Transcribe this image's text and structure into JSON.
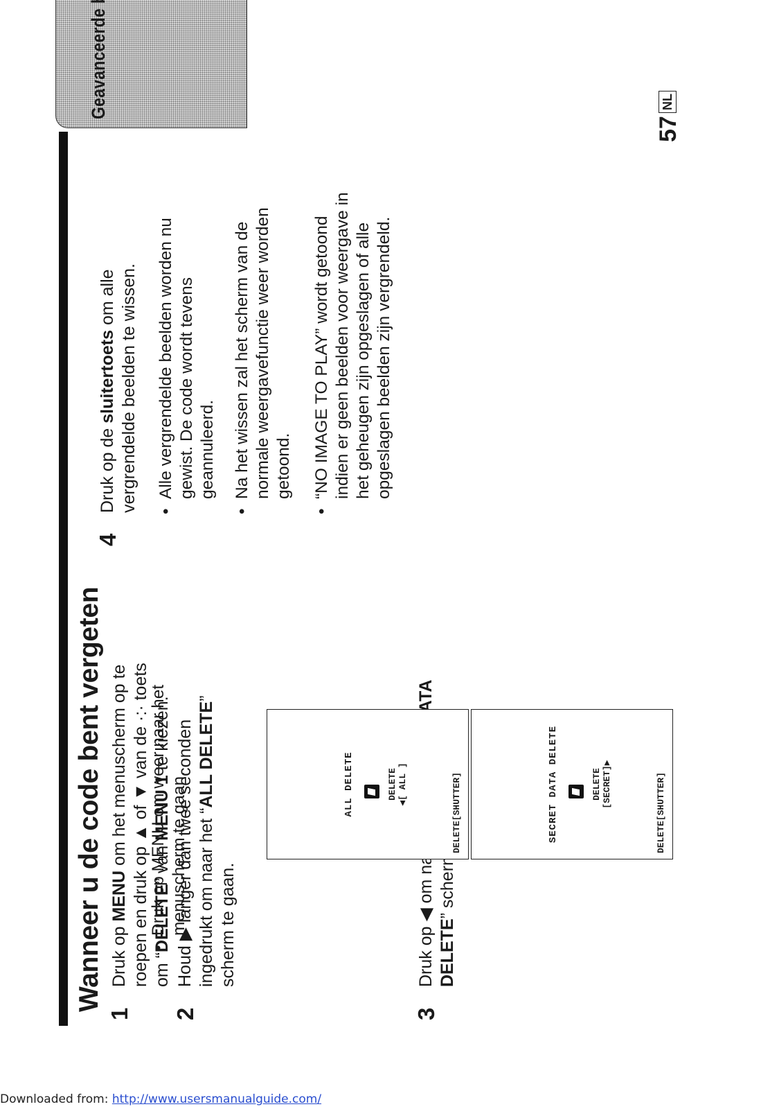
{
  "header": {
    "section_tab": "Geavanceerde bediening",
    "page_number": "57",
    "language_code": "NL"
  },
  "title": "Wanneer u de code bent vergeten",
  "steps": [
    {
      "num": "1",
      "lines": [
        [
          {
            "t": "Druk op "
          },
          {
            "t": "MENU",
            "b": true
          },
          {
            "t": " om het menuscherm op te"
          }
        ],
        [
          {
            "t": "roepen en druk op ▲ of ▼ van de ·:· toets"
          }
        ],
        [
          {
            "t": "om “"
          },
          {
            "t": "DELETE",
            "b": true
          },
          {
            "t": "” van "
          },
          {
            "t": "MENU 1",
            "b": true
          },
          {
            "t": " te kiezen."
          }
        ]
      ]
    },
    {
      "num": "2",
      "lines": [
        [
          {
            "t": "Houd ▶ langer dan twee seconden"
          }
        ],
        [
          {
            "t": "ingedrukt om naar het “"
          },
          {
            "t": "ALL DELETE",
            "b": true
          },
          {
            "t": "”"
          }
        ],
        [
          {
            "t": "scherm te gaan."
          }
        ]
      ]
    },
    {
      "num": "3",
      "lines": [
        [
          {
            "t": "Druk op ◀ om naar het “"
          },
          {
            "t": "SECRET DATA",
            "b": true
          }
        ],
        [
          {
            "t": "DELETE",
            "b": true
          },
          {
            "t": "” scherm te gaan."
          }
        ]
      ]
    },
    {
      "num": "4",
      "lines": [
        [
          {
            "t": "Druk op de "
          },
          {
            "t": "sluitertoets",
            "b": true
          },
          {
            "t": " om alle"
          }
        ],
        [
          {
            "t": "vergrendelde beelden te wissen."
          }
        ]
      ]
    }
  ],
  "step3_bullet": {
    "lines": [
      "Druk op MENU om weer naar het",
      "menuscherm te gaan."
    ]
  },
  "step4_bullets": [
    {
      "lines": [
        "Alle vergrendelde beelden worden nu",
        "gewist. De code wordt tevens",
        "geannuleerd."
      ]
    },
    {
      "lines": [
        "Na het wissen zal het scherm van de",
        "normale weergavefunctie weer worden",
        "getoond."
      ]
    },
    {
      "lines": [
        "“NO IMAGE TO PLAY” wordt getoond",
        "indien er geen beelden voor weergave in",
        "het geheugen zijn opgeslagen of alle",
        "opgeslagen beelden zijn vergrendeld."
      ]
    }
  ],
  "screen_all_delete": {
    "title": "ALL DELETE",
    "line1": "DELETE",
    "line2": "◀[ ALL  ]",
    "footer": "DELETE[SHUTTER]"
  },
  "screen_secret_delete": {
    "title": "SECRET DATA DELETE",
    "line1": "DELETE",
    "line2": "[SECRET]▶",
    "footer": "DELETE[SHUTTER]"
  },
  "footer": {
    "label": "Downloaded from: ",
    "link": "http://www.usersmanualguide.com/"
  }
}
